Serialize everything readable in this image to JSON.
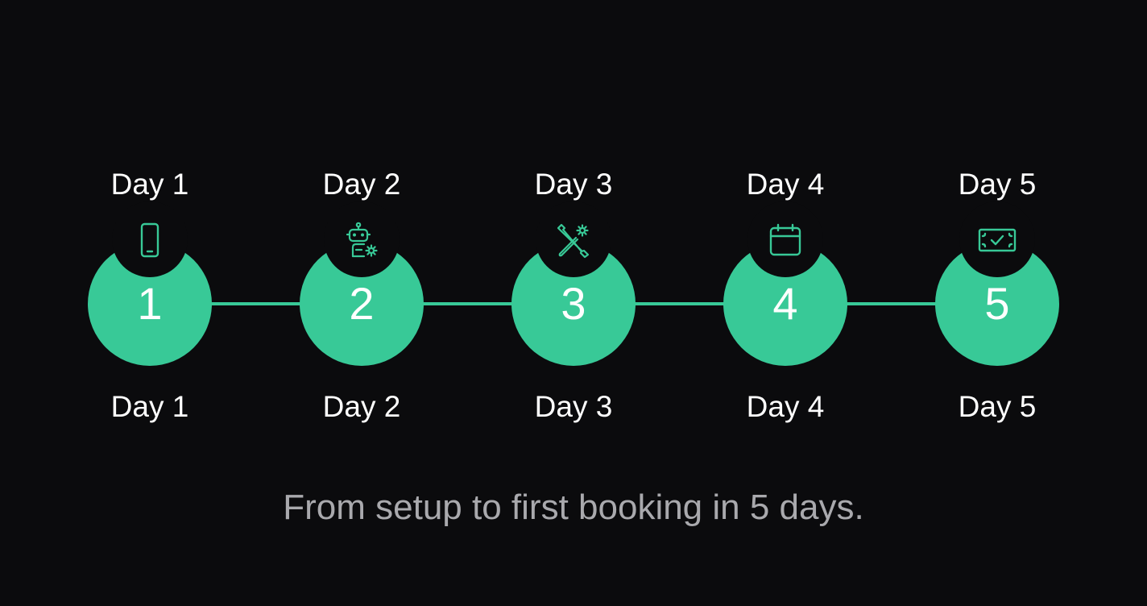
{
  "colors": {
    "background": "#0b0b0d",
    "accent": "#38c997",
    "text": "#ffffff",
    "caption": "#a9a9ad"
  },
  "steps": [
    {
      "number": "1",
      "label_top": "Day 1",
      "label_bottom": "Day 1",
      "icon": "smartphone-icon"
    },
    {
      "number": "2",
      "label_top": "Day 2",
      "label_bottom": "Day 2",
      "icon": "robot-settings-icon"
    },
    {
      "number": "3",
      "label_top": "Day 3",
      "label_bottom": "Day 3",
      "icon": "wrench-screwdriver-settings-icon"
    },
    {
      "number": "4",
      "label_top": "Day 4",
      "label_bottom": "Day 4",
      "icon": "calendar-icon"
    },
    {
      "number": "5",
      "label_top": "Day 5",
      "label_bottom": "Day 5",
      "icon": "cash-check-icon"
    }
  ],
  "caption": "From setup to first booking in 5 days."
}
